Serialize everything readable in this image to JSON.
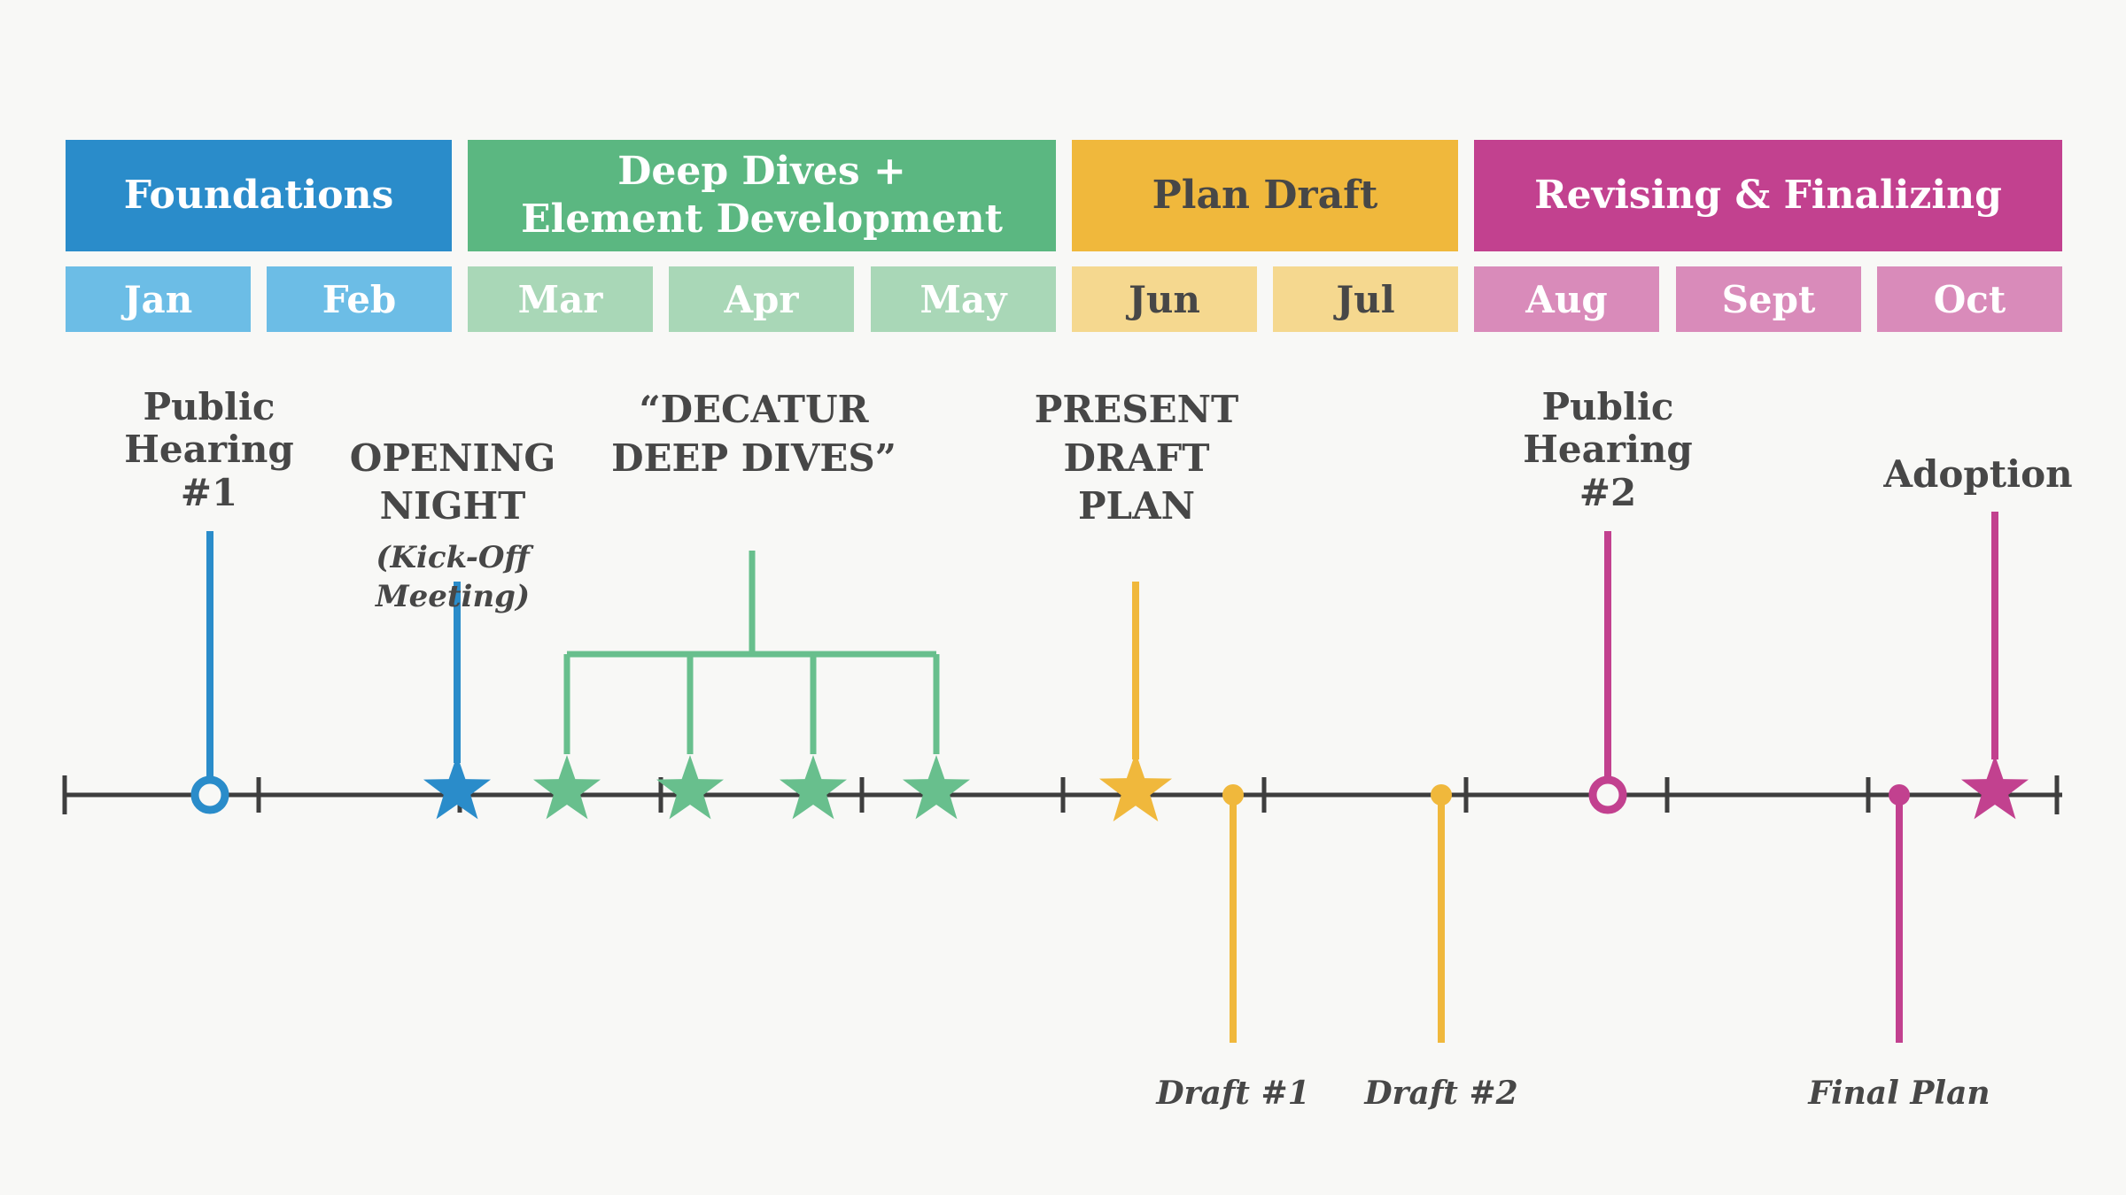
{
  "background": "#f8f8f6",
  "colors": {
    "axis": "#3e3e3e",
    "text_dark": "#474747",
    "blue": "#2a8cca",
    "blue_light": "#6cbde6",
    "green": "#5bb781",
    "green_light": "#a9d7b7",
    "gold": "#f0b83c",
    "gold_light": "#f5d88f",
    "magenta": "#c2418f",
    "magenta_light": "#d98bba"
  },
  "phases": [
    {
      "label": "Foundations",
      "months": [
        "Jan",
        "Feb"
      ]
    },
    {
      "label": "Deep Dives +\nElement Development",
      "months": [
        "Mar",
        "Apr",
        "May"
      ]
    },
    {
      "label": "Plan Draft",
      "months": [
        "Jun",
        "Jul"
      ]
    },
    {
      "label": "Revising & Finalizing",
      "months": [
        "Aug",
        "Sept",
        "Oct"
      ]
    }
  ],
  "events": {
    "public_hearing_1": {
      "label": "Public\nHearing\n#1",
      "marker": "open-circle",
      "color": "#2a8cca"
    },
    "opening_night": {
      "label": "OPENING\nNIGHT",
      "sublabel": "(Kick-Off\nMeeting)",
      "marker": "star",
      "color": "#2a8cca"
    },
    "decatur_deep_dives": {
      "label": "“DECATUR\nDEEP DIVES”",
      "marker": "four-stars-bracket",
      "color": "#5bb781"
    },
    "present_draft_plan": {
      "label": "PRESENT\nDRAFT\nPLAN",
      "marker": "star",
      "color": "#f0b83c"
    },
    "draft_1": {
      "label": "Draft #1",
      "marker": "dot-below",
      "color": "#f0b83c"
    },
    "draft_2": {
      "label": "Draft #2",
      "marker": "dot-below",
      "color": "#f0b83c"
    },
    "public_hearing_2": {
      "label": "Public\nHearing\n#2",
      "marker": "open-circle",
      "color": "#c2418f"
    },
    "final_plan": {
      "label": "Final Plan",
      "marker": "dot-below",
      "color": "#c2418f"
    },
    "adoption": {
      "label": "Adoption",
      "marker": "star",
      "color": "#c2418f"
    }
  }
}
